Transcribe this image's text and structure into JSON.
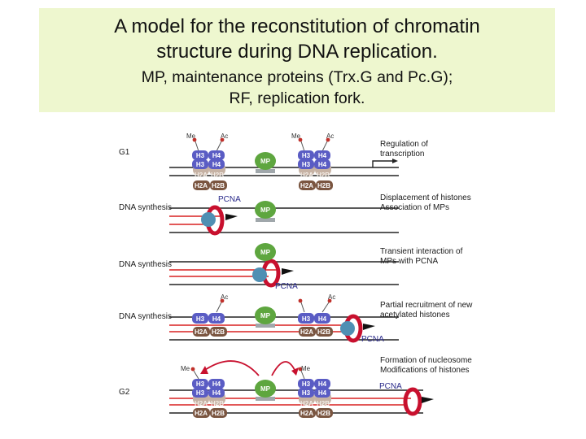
{
  "title": {
    "line1": "A model for the reconstitution of chromatin",
    "line2": "structure during DNA replication.",
    "line3": "MP, maintenance proteins (Trx.G and Pc.G);",
    "line4": "RF, replication fork."
  },
  "labels": {
    "histone": {
      "h3": "H3",
      "h4": "H4",
      "h2a": "H2A",
      "h2b": "H2B",
      "h2a_faded": "H2A",
      "h2b_faded": "H2B"
    },
    "me": "Me",
    "ac": "Ac",
    "mp": "MP",
    "pcna": "PCNA"
  },
  "stages": [
    {
      "label": "G1",
      "description": [
        "Regulation of",
        "transcription"
      ]
    },
    {
      "label": "DNA synthesis",
      "description": [
        "Displacement of histones",
        "Association of MPs"
      ]
    },
    {
      "label": "DNA synthesis",
      "description": [
        "Transient interaction of",
        "MPs with PCNA"
      ]
    },
    {
      "label": "DNA synthesis",
      "description": [
        "Partial recruitment of new",
        "acetylated histones"
      ]
    },
    {
      "label": "G2",
      "description": [
        "Formation of nucleosome",
        "Modifications of histones"
      ]
    }
  ],
  "colors": {
    "title_bg": "#eef7cf",
    "h3h4": "#5a5cc4",
    "h2ah2b": "#7a5540",
    "mp": "#5ea63f",
    "pcna": "#c8102e",
    "polymerase": "#4f8fb3",
    "new_strand": "#d82020"
  }
}
